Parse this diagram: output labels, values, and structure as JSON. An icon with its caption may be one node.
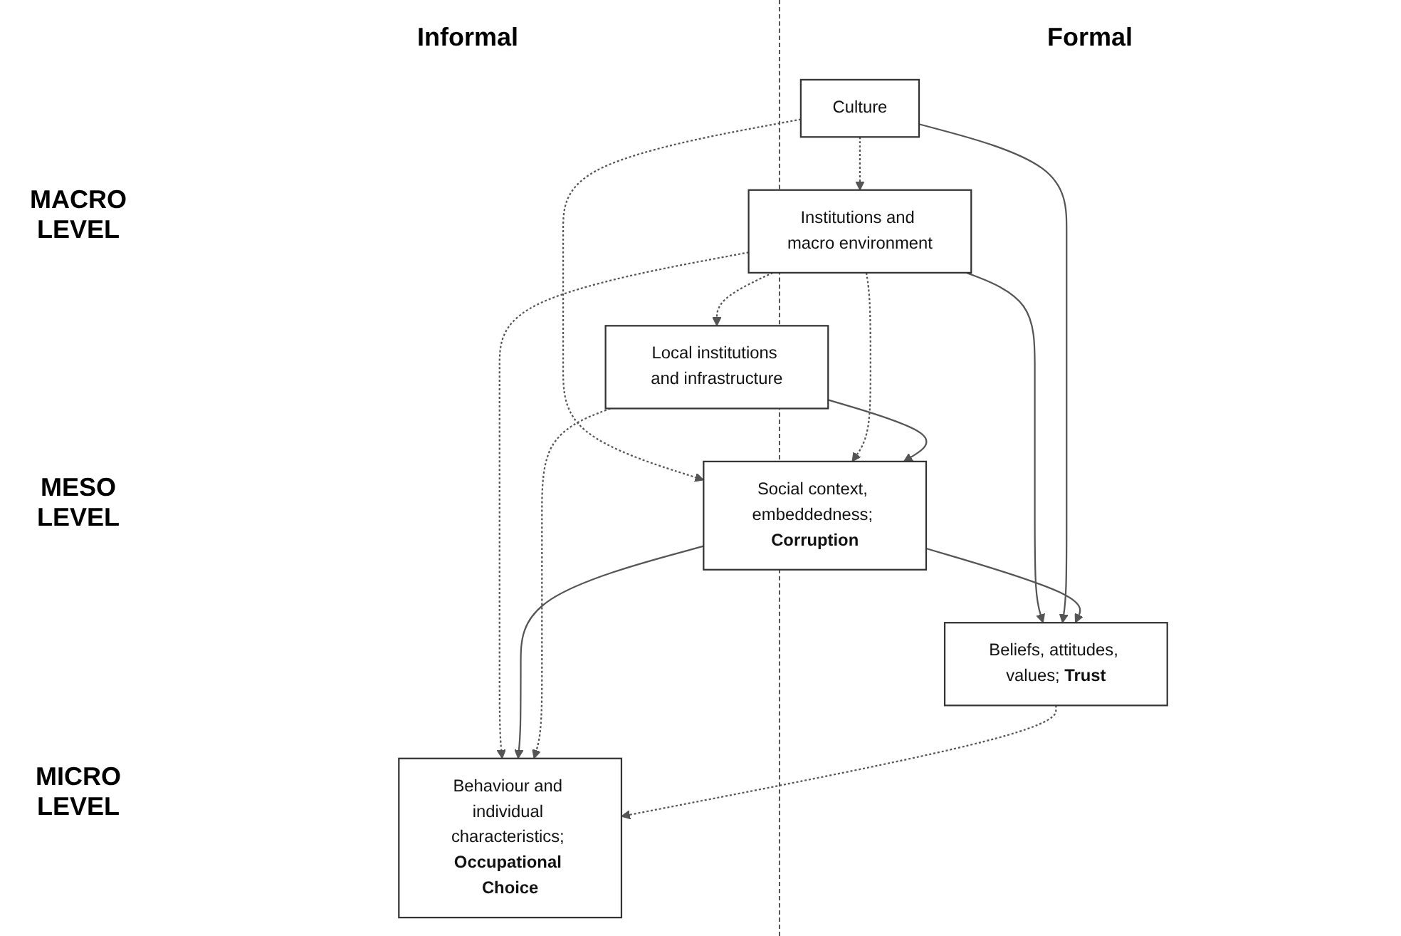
{
  "diagram": {
    "nodes": [
      {
        "text": [
          "Culture"
        ]
      },
      {
        "text": [
          "Institutions and macro environment"
        ]
      },
      {
        "text": [
          "Social context, embeddedness; **Corruption**"
        ]
      },
      {
        "text": [
          "Local institutions and infrastructure"
        ]
      },
      {
        "text": [
          "Beliefs, attitudes, values; **Trust**"
        ]
      },
      {
        "text": [
          "Behaviour and individual characteristics; **Occupational Choice**"
        ]
      }
    ],
    "edges": [
      {
        "from": 0,
        "to": 1,
        "arrow": "to",
        "style": "dashed"
      },
      {
        "from": 0,
        "to": 2,
        "arrow": "to",
        "style": "dashed"
      },
      {
        "from": 1,
        "to": 2,
        "arrow": "to",
        "style": "dashed"
      },
      {
        "from": 1,
        "to": 3,
        "arrow": "to",
        "style": "dashed"
      },
      {
        "from": 1,
        "to": 5,
        "arrow": "to",
        "style": "dashed"
      },
      {
        "from": 1,
        "to": 4,
        "arrow": "to"
      },
      {
        "from": 0,
        "to": 4,
        "arrow": "to"
      },
      {
        "from": 3,
        "to": 2,
        "arrow": "to"
      },
      {
        "from": 2,
        "to": 4,
        "arrow": "to"
      },
      {
        "from": 2,
        "to": 5,
        "arrow": "to"
      },
      {
        "from": 3,
        "to": 5,
        "arrow": "to",
        "style": "dashed"
      },
      {
        "from": 4,
        "to": 5,
        "arrow": "to",
        "style": "dashed"
      }
    ],
    "labels": [
      "Informal",
      "Formal",
      "MACRO LEVEL",
      "MESO LEVEL",
      "MICRO LEVEL"
    ]
  }
}
